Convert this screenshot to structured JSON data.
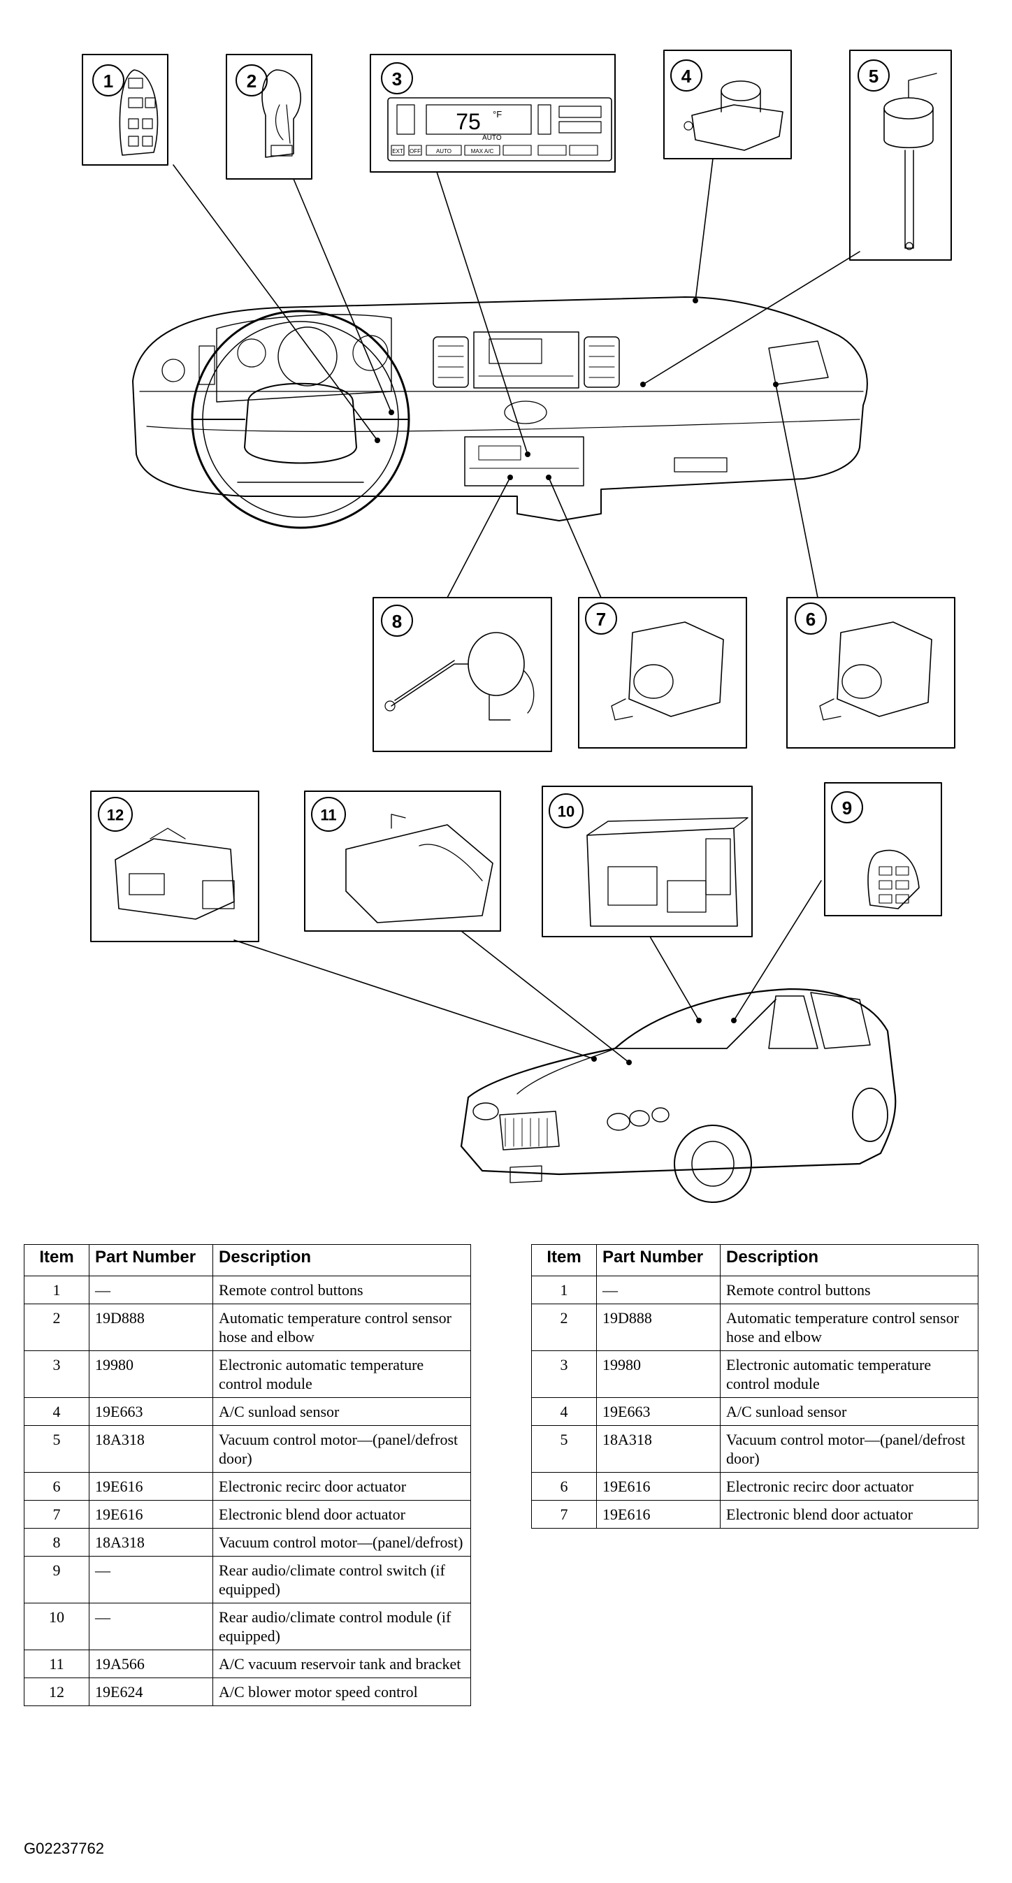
{
  "callouts": [
    "1",
    "2",
    "3",
    "4",
    "5",
    "6",
    "7",
    "8",
    "9",
    "10",
    "11",
    "12"
  ],
  "control_module_display": {
    "temperature": "75",
    "unit": "°F",
    "mode": "AUTO",
    "buttons": [
      "EXT",
      "OFF",
      "AUTO",
      "MAX A/C"
    ]
  },
  "table_headers": {
    "item": "Item",
    "part": "Part Number",
    "desc": "Description"
  },
  "left_rows": [
    {
      "item": "1",
      "part": "—",
      "desc": "Remote control buttons"
    },
    {
      "item": "2",
      "part": "19D888",
      "desc": "Automatic temperature control sensor hose and elbow"
    },
    {
      "item": "3",
      "part": "19980",
      "desc": "Electronic automatic temperature control module"
    },
    {
      "item": "4",
      "part": "19E663",
      "desc": "A/C sunload sensor"
    },
    {
      "item": "5",
      "part": "18A318",
      "desc": "Vacuum control motor—(panel/defrost door)"
    },
    {
      "item": "6",
      "part": "19E616",
      "desc": "Electronic recirc door actuator"
    },
    {
      "item": "7",
      "part": "19E616",
      "desc": "Electronic blend door actuator"
    },
    {
      "item": "8",
      "part": "18A318",
      "desc": "Vacuum control motor—(panel/defrost)"
    },
    {
      "item": "9",
      "part": "—",
      "desc": "Rear audio/climate control switch (if equipped)"
    },
    {
      "item": "10",
      "part": "—",
      "desc": "Rear audio/climate control module (if equipped)"
    },
    {
      "item": "11",
      "part": "19A566",
      "desc": "A/C vacuum reservoir tank and bracket"
    },
    {
      "item": "12",
      "part": "19E624",
      "desc": "A/C blower motor speed control"
    }
  ],
  "right_rows": [
    {
      "item": "1",
      "part": "—",
      "desc": "Remote control buttons"
    },
    {
      "item": "2",
      "part": "19D888",
      "desc": "Automatic temperature control sensor hose and elbow"
    },
    {
      "item": "3",
      "part": "19980",
      "desc": "Electronic automatic temperature control module"
    },
    {
      "item": "4",
      "part": "19E663",
      "desc": "A/C sunload sensor"
    },
    {
      "item": "5",
      "part": "18A318",
      "desc": "Vacuum control motor—(panel/defrost door)"
    },
    {
      "item": "6",
      "part": "19E616",
      "desc": "Electronic recirc door actuator"
    },
    {
      "item": "7",
      "part": "19E616",
      "desc": "Electronic blend door actuator"
    }
  ],
  "figure_code": "G02237762"
}
